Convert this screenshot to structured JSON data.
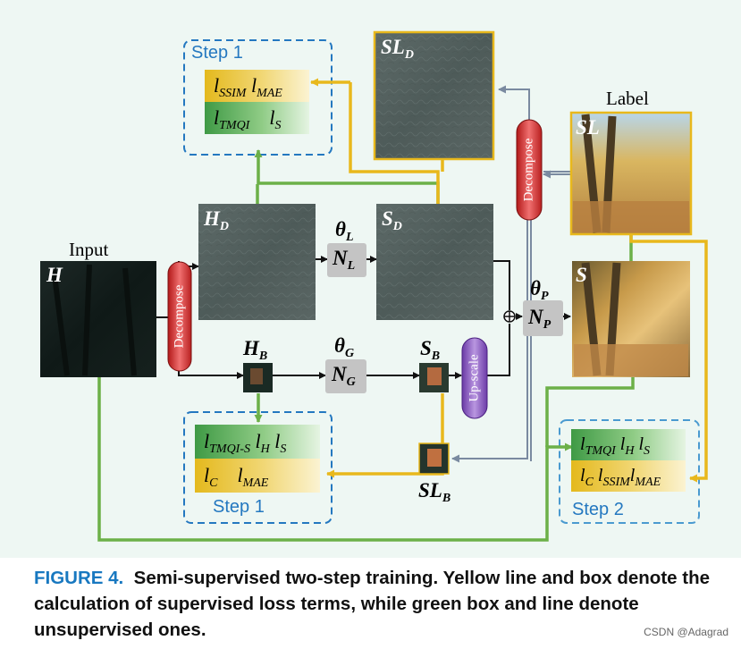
{
  "figure": {
    "label_input": "Input",
    "label_label": "Label",
    "images": {
      "H": "H",
      "HD": {
        "main": "H",
        "sub": "D"
      },
      "HB": {
        "main": "H",
        "sub": "B"
      },
      "SD": {
        "main": "S",
        "sub": "D"
      },
      "SB": {
        "main": "S",
        "sub": "B"
      },
      "SLD": {
        "main": "SL",
        "sub": "D"
      },
      "SLB": {
        "main": "SL",
        "sub": "B"
      },
      "SL": "SL",
      "S": "S"
    },
    "networks": [
      {
        "theta": "θ",
        "theta_sub": "L",
        "net": "N",
        "net_sub": "L"
      },
      {
        "theta": "θ",
        "theta_sub": "G",
        "net": "N",
        "net_sub": "G"
      },
      {
        "theta": "θ",
        "theta_sub": "P",
        "net": "N",
        "net_sub": "P"
      }
    ],
    "ops": {
      "decompose": "Decompose",
      "upscale": "Up-scale",
      "sum": "⊕"
    },
    "loss_top": {
      "row1": [
        {
          "l": "l",
          "s": "SSIM"
        },
        {
          "l": "l",
          "s": "MAE"
        }
      ],
      "row2": [
        {
          "l": "l",
          "s": "TMQI"
        },
        {
          "l": "l",
          "s": "S"
        }
      ],
      "step": "Step 1"
    },
    "loss_bottom": {
      "row1": [
        {
          "l": "l",
          "s": "TMQI-S"
        },
        {
          "l": "l",
          "s": "H"
        },
        {
          "l": "l",
          "s": "S"
        }
      ],
      "row2": [
        {
          "l": "l",
          "s": "C"
        },
        {
          "l": "l",
          "s": "MAE"
        }
      ],
      "step": "Step 1"
    },
    "loss_right": {
      "row1": [
        {
          "l": "l",
          "s": "TMQI"
        },
        {
          "l": "l",
          "s": "H"
        },
        {
          "l": "l",
          "s": "S"
        }
      ],
      "row2": [
        {
          "l": "l",
          "s": "C"
        },
        {
          "l": "l",
          "s": "SSIM"
        },
        {
          "l": "l",
          "s": "MAE"
        }
      ],
      "step": "Step 2"
    },
    "colors": {
      "supervised": "#e8b81c",
      "unsupervised": "#6cb048",
      "step_box": "#2478c0",
      "decompose": "#d63030",
      "upscale": "#8a56c0",
      "network": "#c4c4c4"
    }
  },
  "caption": {
    "figure_label": "FIGURE 4.",
    "text": "Semi-supervised two-step training. Yellow line and box denote the calculation of supervised loss terms, while green box and line denote unsupervised ones."
  },
  "watermark": "CSDN @Adagrad"
}
